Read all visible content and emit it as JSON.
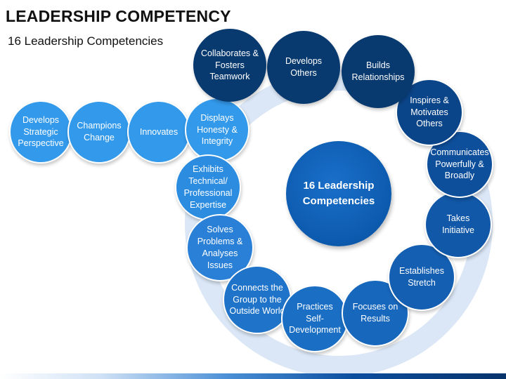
{
  "header": {
    "title": "LEADERSHIP COMPETENCY",
    "subtitle": "16 Leadership Competencies"
  },
  "center": {
    "label": "16 Leadership Competencies"
  },
  "competencies": [
    {
      "label": "Develops Strategic Perspective",
      "color": "#3399ea"
    },
    {
      "label": "Champions Change",
      "color": "#3399ea"
    },
    {
      "label": "Innovates",
      "color": "#3399ea"
    },
    {
      "label": "Displays Honesty & Integrity",
      "color": "#3399ea"
    },
    {
      "label": "Exhibits Technical/ Professional Expertise",
      "color": "#2b8ce0"
    },
    {
      "label": "Solves Problems & Analyses Issues",
      "color": "#2a80d6"
    },
    {
      "label": "Connects the Group to the Outside World",
      "color": "#1f74c9"
    },
    {
      "label": "Practices Self-Development",
      "color": "#1a6ec4"
    },
    {
      "label": "Focuses on Results",
      "color": "#1767bd"
    },
    {
      "label": "Establishes Stretch",
      "color": "#145fb2"
    },
    {
      "label": "Takes Initiative",
      "color": "#1158a8"
    },
    {
      "label": "Communicates Powerfully & Broadly",
      "color": "#0e4f9c"
    },
    {
      "label": "Inspires & Motivates Others",
      "color": "#0b4589"
    },
    {
      "label": "Builds Relationships",
      "color": "#08396f"
    },
    {
      "label": "Develops Others",
      "color": "#08396f"
    },
    {
      "label": "Collaborates & Fosters Teamwork",
      "color": "#08396f"
    }
  ]
}
